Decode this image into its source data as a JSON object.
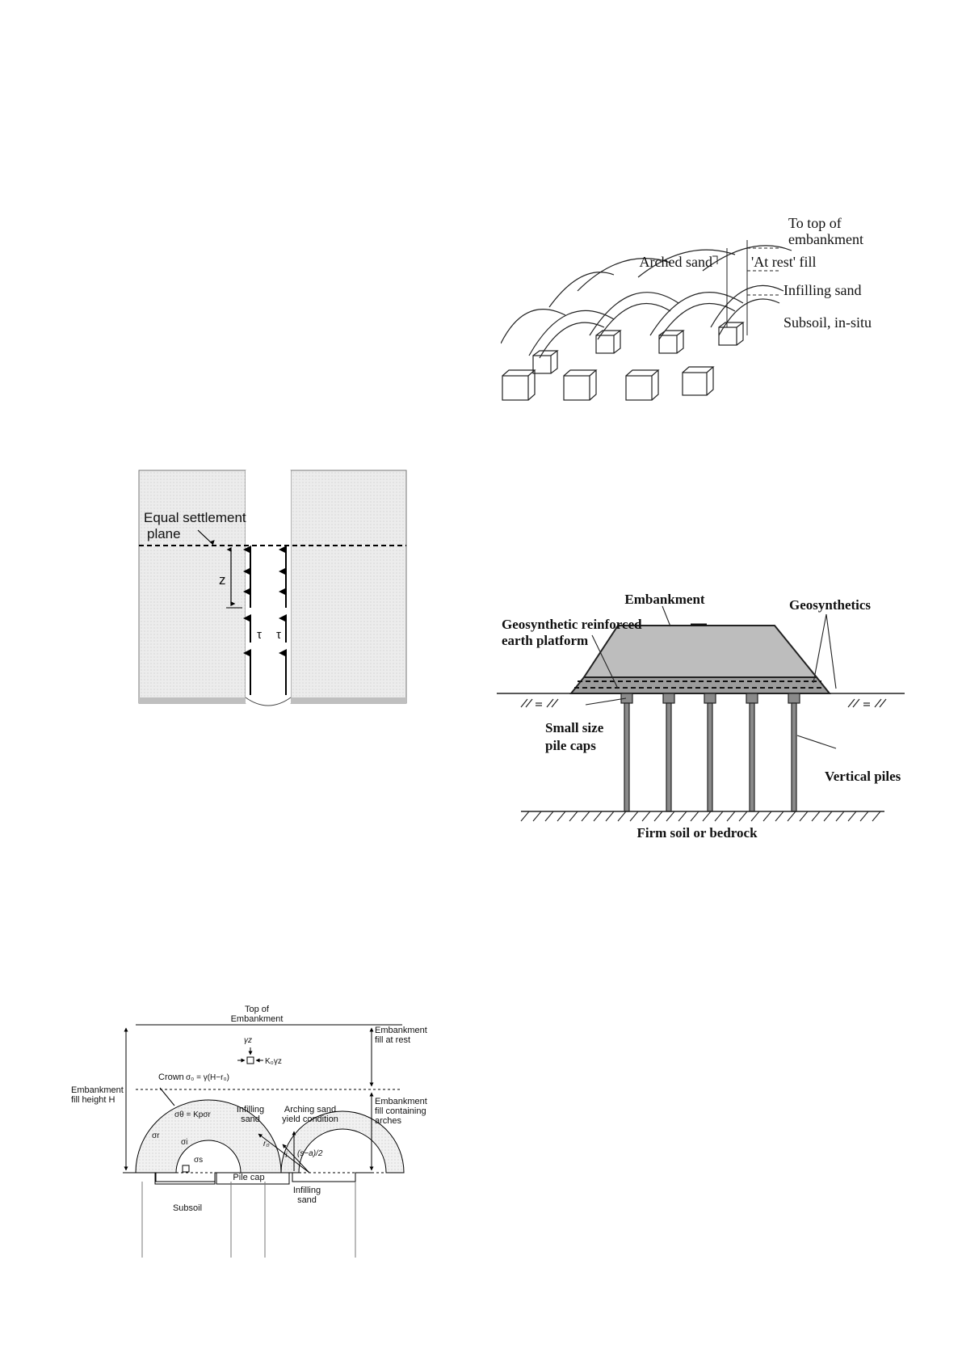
{
  "fig_arches": {
    "labels": {
      "top1": "To top of",
      "top2": "embankment",
      "arched": "Arched sand",
      "atrest": "'At rest' fill",
      "infill": "Infilling sand",
      "subsoil": "Subsoil, in-situ"
    }
  },
  "fig_settlement": {
    "labels": {
      "plane1": "Equal settlement",
      "plane2": "plane",
      "z": "z",
      "tau": "τ"
    }
  },
  "fig_embankment": {
    "labels": {
      "embankment": "Embankment",
      "geosynthetics": "Geosynthetics",
      "reinforced1": "Geosynthetic reinforced",
      "reinforced2": "earth platform",
      "caps1": "Small size",
      "caps2": "pile caps",
      "piles": "Vertical piles",
      "bedrock": "Firm soil or bedrock"
    }
  },
  "fig_hewlett": {
    "labels": {
      "top1": "Top of",
      "top2": "Embankment",
      "gz": "γz",
      "k0": "K₀γz",
      "crown": "Crown",
      "sigma0": "σ₀ = γ(H−r₀)",
      "fillH1": "Embankment",
      "fillH2": "fill height H",
      "sigmaTheta": "σθ = Kpσr",
      "sigmaR": "σr",
      "sigmaI": "σi",
      "sigmaS": "σs",
      "infill_top1": "Infilling",
      "infill_top2": "sand",
      "yield1": "Arching sand",
      "yield2": "yield condition",
      "r0": "r₀",
      "ri": "ri",
      "sa": "(s−a)/2",
      "atrest1": "Embankment",
      "atrest2": "fill at rest",
      "arches1": "Embankment",
      "arches2": "fill containing",
      "arches3": "arches",
      "pilecap": "Pile cap",
      "infill_bot1": "Infilling",
      "infill_bot2": "sand",
      "subsoil": "Subsoil"
    }
  }
}
